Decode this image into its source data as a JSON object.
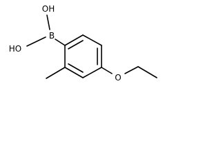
{
  "structure": {
    "atoms": {
      "oh_top": "OH",
      "oh_left": "HO",
      "boron": "B",
      "oxygen": "O"
    }
  },
  "colors": {
    "bond": "#000000",
    "label": "#000000",
    "background": "#ffffff"
  }
}
